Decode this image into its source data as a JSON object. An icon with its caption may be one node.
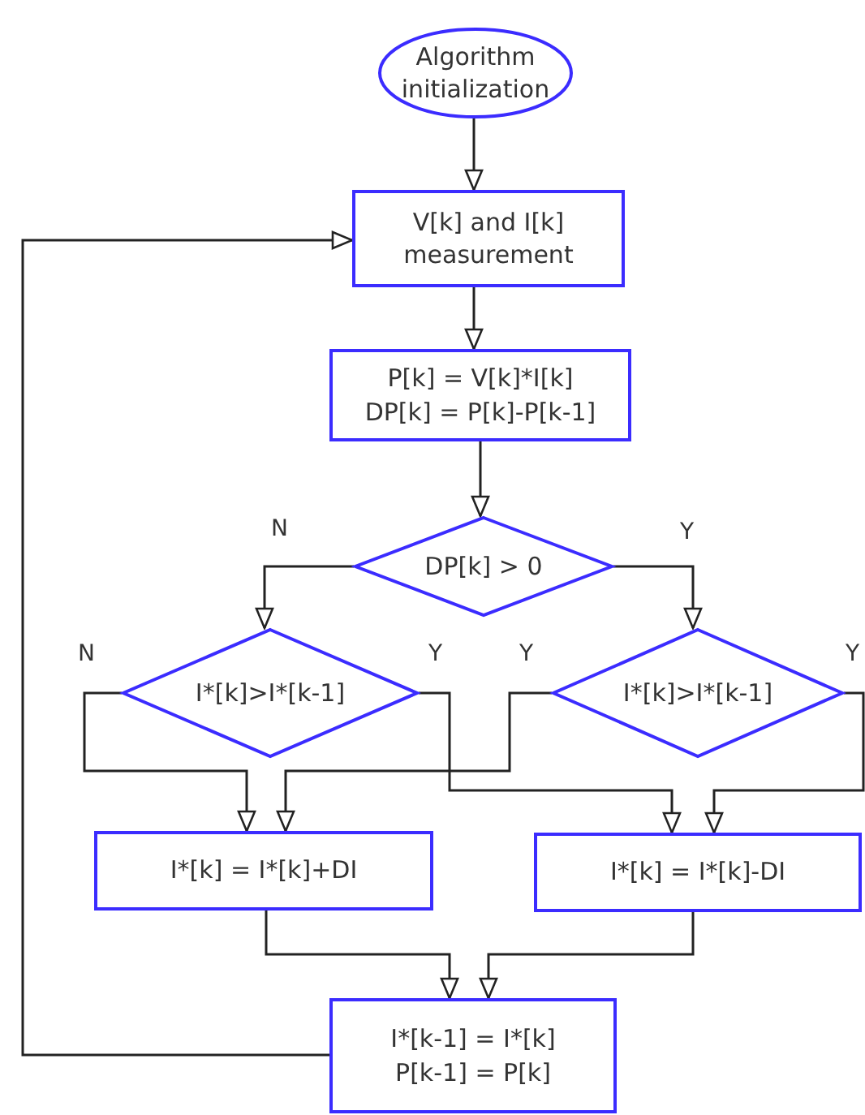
{
  "diagram": {
    "nodes": [
      {
        "text": [
          "Algorithm initialization"
        ]
      },
      {
        "text": [
          "V[k] and I[k] measurement"
        ]
      },
      {
        "text": [
          "P[k] = V[k]*I[k] DP[k] = P[k]-P[k-1]"
        ]
      },
      {
        "text": [
          "DP[k] > 0"
        ]
      },
      {
        "text": [
          "I*[k]>I*[k-1]"
        ]
      },
      {
        "text": [
          "I*[k]>I*[k-1]"
        ]
      },
      {
        "text": [
          "I*[k] = I*[k]+DI"
        ]
      },
      {
        "text": [
          "I*[k] = I*[k]-DI"
        ]
      },
      {
        "text": [
          "I*[k-1] = I*[k] P[k-1] = P[k]"
        ]
      }
    ],
    "edges": [
      {
        "from": 0,
        "to": 1,
        "arrow": "to"
      },
      {
        "from": 1,
        "to": 2,
        "arrow": "to"
      },
      {
        "from": 2,
        "to": 3,
        "arrow": "to"
      },
      {
        "from": 3,
        "to": 4,
        "arrow": "to",
        "label": "N"
      },
      {
        "from": 3,
        "to": 5,
        "arrow": "to",
        "label": "Y"
      },
      {
        "from": 4,
        "to": 6,
        "arrow": "to",
        "label": "N"
      },
      {
        "from": 4,
        "to": 7,
        "arrow": "to",
        "label": "Y"
      },
      {
        "from": 5,
        "to": 6,
        "arrow": "to",
        "label": "Y"
      },
      {
        "from": 5,
        "to": 7,
        "arrow": "to",
        "label": "Y"
      },
      {
        "from": 6,
        "to": 8,
        "arrow": "to"
      },
      {
        "from": 7,
        "to": 8,
        "arrow": "to"
      },
      {
        "from": 8,
        "to": 1,
        "arrow": "to"
      }
    ]
  }
}
